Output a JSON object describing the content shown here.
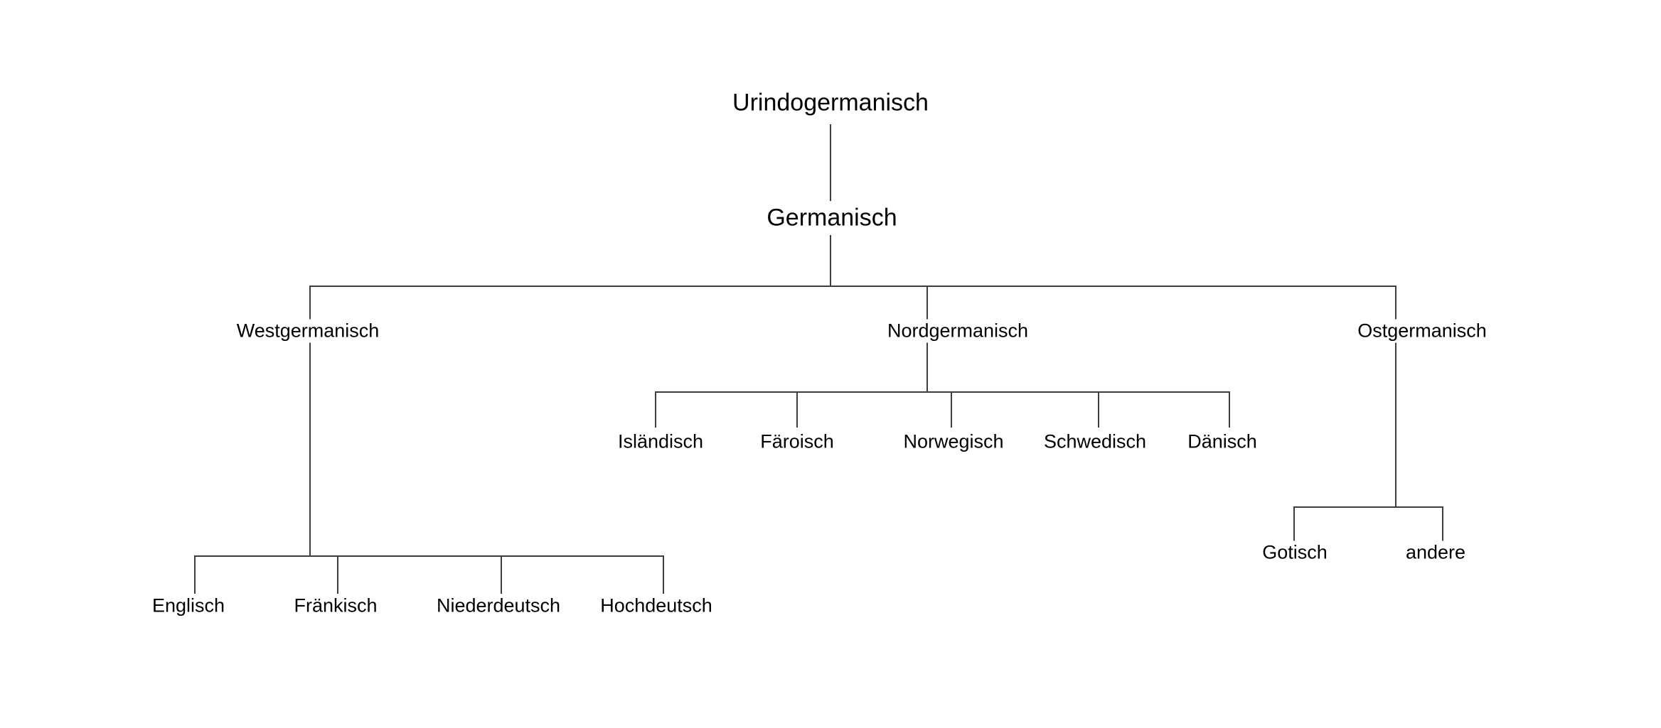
{
  "diagram": {
    "title_node": "Urindogermanisch",
    "tree": {
      "root": {
        "label": "Urindogermanisch"
      },
      "child": {
        "label": "Germanisch"
      },
      "branches": [
        {
          "id": "westgermanisch",
          "label": "Westgermanisch",
          "children": [
            {
              "label": "Englisch"
            },
            {
              "label": "Fränkisch"
            },
            {
              "label": "Niederdeutsch"
            },
            {
              "label": "Hochdeutsch"
            }
          ]
        },
        {
          "id": "nordgermanisch",
          "label": "Nordgermanisch",
          "children": [
            {
              "label": "Isländisch"
            },
            {
              "label": "Färoisch"
            },
            {
              "label": "Norwegisch"
            },
            {
              "label": "Schwedisch"
            },
            {
              "label": "Dänisch"
            }
          ]
        },
        {
          "id": "ostgermanisch",
          "label": "Ostgermanisch",
          "children": [
            {
              "label": "Gotisch"
            },
            {
              "label": "andere"
            }
          ]
        }
      ]
    },
    "colors": {
      "background": "#ffffff",
      "line": "#3d3d3d",
      "text": "#000000"
    }
  }
}
